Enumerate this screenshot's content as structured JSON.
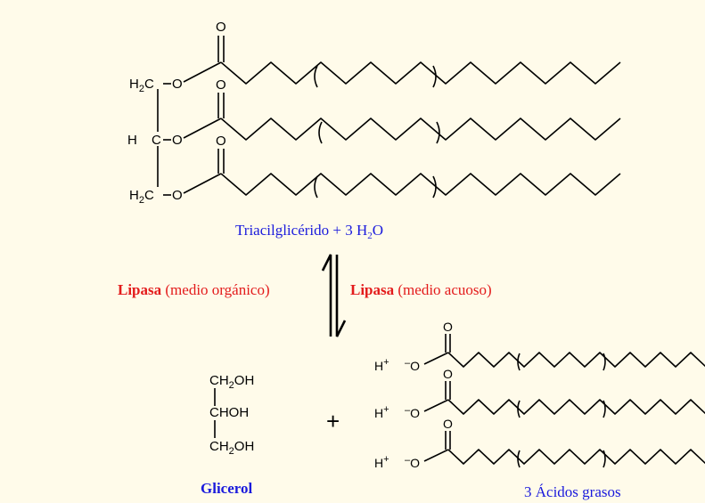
{
  "triglyceride": {
    "backbone": {
      "h2c_top": "H",
      "h2c_top_sub": "2",
      "h2c_top_c": "C",
      "hc_h": "H",
      "hc_c": "C",
      "h2c_bot": "H",
      "h2c_bot_sub": "2",
      "h2c_bot_c": "C",
      "ester_o": "O",
      "carbonyl_o": "O"
    },
    "label": {
      "text": "Triacilglicérido + 3 H",
      "sub": "2",
      "tail": "O"
    }
  },
  "reaction": {
    "left_enzyme": "Lipasa",
    "left_condition": " (medio orgánico)",
    "right_enzyme": "Lipasa",
    "right_condition": " (medio acuoso)"
  },
  "glycerol": {
    "ch2oh_top": "CH",
    "ch2oh_top_sub": "2",
    "ch2oh_top_tail": "OH",
    "chohmid": "CHOH",
    "ch2oh_bot": "CH",
    "ch2oh_bot_sub": "2",
    "ch2oh_bot_tail": "OH",
    "label": "Glicerol"
  },
  "plus": "+",
  "fatty_acids": {
    "proton": "H",
    "proton_charge": "+",
    "anion_charge": "–",
    "anion_o": "O",
    "carbonyl_o": "O",
    "label": "3 Ácidos grasos"
  },
  "colors": {
    "background": "#fffbea",
    "label_blue": "#1a1adc",
    "enzyme_red": "#e31b1b"
  }
}
